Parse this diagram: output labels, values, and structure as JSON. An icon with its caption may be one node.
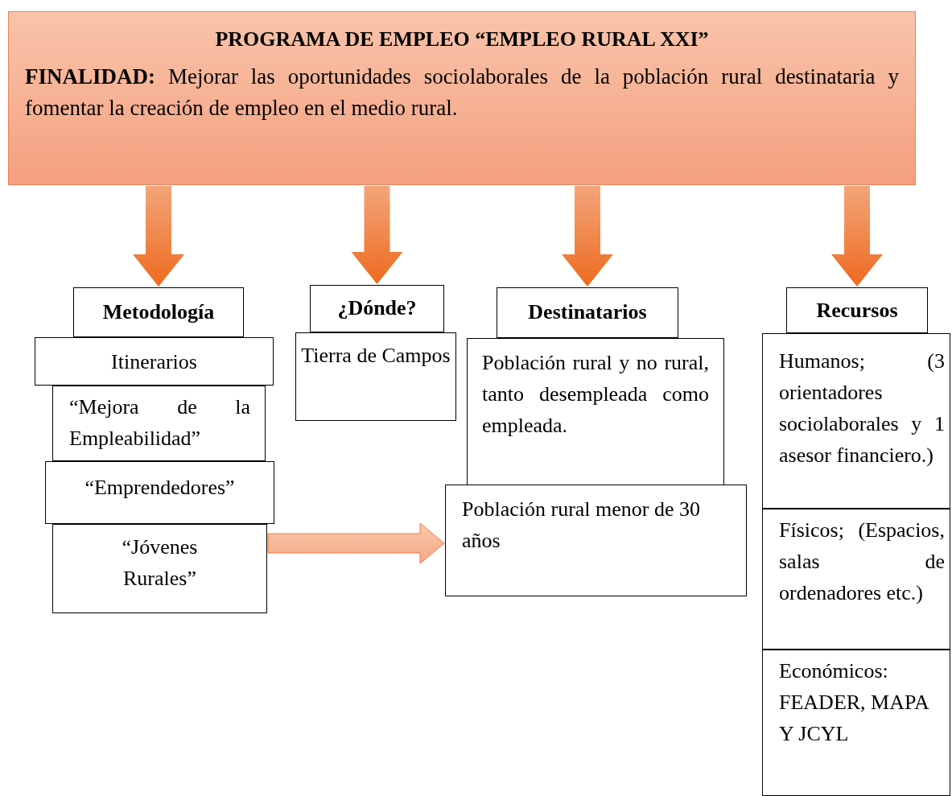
{
  "diagram": {
    "nodes": [
      {
        "text": [
          "PROGRAMA DE EMPLEO “EMPLEO RURAL XXI”",
          "**FINALIDAD:** Mejorar las oportunidades sociolaborales de la población rural destinataria y fomentar la creación de empleo en el medio rural."
        ]
      },
      {
        "text": [
          "Metodología"
        ]
      },
      {
        "text": [
          "Itinerarios"
        ]
      },
      {
        "text": [
          "“Mejora de la Empleabilidad”"
        ]
      },
      {
        "text": [
          "“Emprendedores”"
        ]
      },
      {
        "text": [
          "“Jóvenes Rurales”"
        ]
      },
      {
        "text": [
          "¿Dónde?"
        ]
      },
      {
        "text": [
          "Tierra de Campos"
        ]
      },
      {
        "text": [
          "Destinatarios"
        ]
      },
      {
        "text": [
          "Población rural y no rural, tanto desempleada como empleada."
        ]
      },
      {
        "text": [
          "Población rural menor de 30 años"
        ]
      },
      {
        "text": [
          "Recursos"
        ]
      },
      {
        "text": [
          "Humanos; (3 orientadores sociolaborales y 1 asesor financiero.)"
        ]
      },
      {
        "text": [
          "Físicos; (Espacios, salas de ordenadores etc.)"
        ]
      },
      {
        "text": [
          "Económicos: FEADER, MAPA Y JCYL"
        ]
      }
    ],
    "edges": [
      {
        "from": 0,
        "to": 1,
        "arrow": "to"
      },
      {
        "from": 0,
        "to": 6,
        "arrow": "to"
      },
      {
        "from": 0,
        "to": 8,
        "arrow": "to"
      },
      {
        "from": 0,
        "to": 11,
        "arrow": "to"
      },
      {
        "from": 5,
        "to": 10,
        "arrow": "to"
      }
    ]
  }
}
